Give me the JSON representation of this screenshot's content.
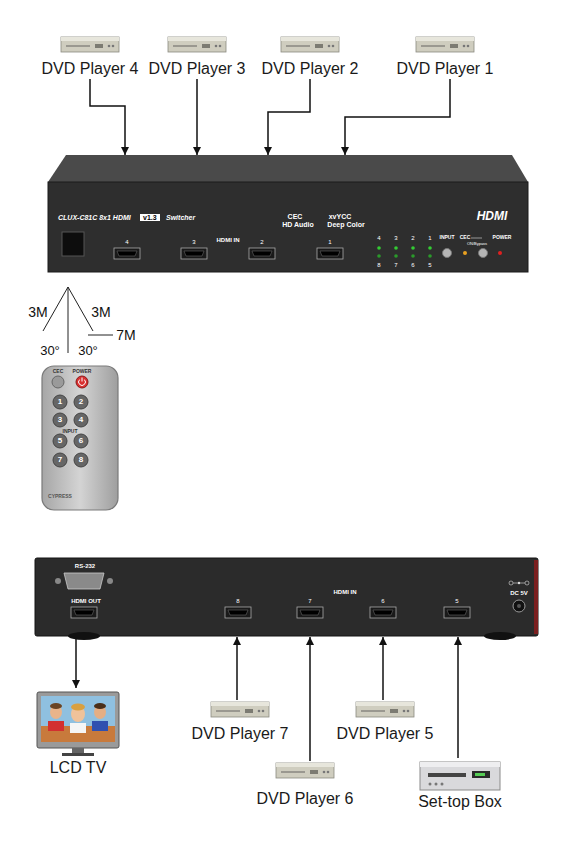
{
  "diagram": {
    "nodes": [
      {
        "text": [
          "DVD Player 4"
        ]
      },
      {
        "text": [
          "DVD Player 3"
        ]
      },
      {
        "text": [
          "DVD Player 2"
        ]
      },
      {
        "text": [
          "DVD Player 1"
        ]
      },
      {
        "text": [
          "CLUX-C81C 8x1 HDMI",
          "v1.3",
          "Switcher",
          "4",
          "HDMI IN",
          "3",
          "2",
          "CEC",
          "HD Audio",
          "xvYCC",
          "Deep Color",
          "1",
          "HDMI",
          "4",
          "3",
          "2",
          "1",
          "8",
          "7",
          "6",
          "5",
          "INPUT",
          "CEC",
          "ON/Bypass",
          "POWER"
        ]
      },
      {
        "text": [
          "RS-232",
          "HDMI OUT",
          "8",
          "7",
          "HDMI IN",
          "6",
          "5",
          "DC 5V"
        ]
      },
      {
        "text": [
          "LCD TV"
        ]
      },
      {
        "text": [
          "DVD Player 7"
        ]
      },
      {
        "text": [
          "DVD Player 5"
        ]
      },
      {
        "text": [
          "DVD Player 6"
        ]
      },
      {
        "text": [
          "Set-top Box"
        ]
      }
    ],
    "edges": [
      {
        "from": 0,
        "to": 4,
        "arrow": "to"
      },
      {
        "from": 1,
        "to": 4,
        "arrow": "to"
      },
      {
        "from": 2,
        "to": 4,
        "arrow": "to"
      },
      {
        "from": 3,
        "to": 4,
        "arrow": "to"
      },
      {
        "from": 5,
        "to": 6,
        "arrow": "to"
      },
      {
        "from": 7,
        "to": 5,
        "arrow": "to"
      },
      {
        "from": 9,
        "to": 5,
        "arrow": "to"
      },
      {
        "from": 8,
        "to": 5,
        "arrow": "to"
      },
      {
        "from": 10,
        "to": 5,
        "arrow": "to"
      }
    ],
    "labels": [
      "3M",
      "3M",
      "7M",
      "30°",
      "30°",
      "CEC",
      "POWER",
      "1",
      "2",
      "3",
      "4",
      "5",
      "6",
      "7",
      "8",
      "INPUT",
      "CYPRESS"
    ]
  }
}
